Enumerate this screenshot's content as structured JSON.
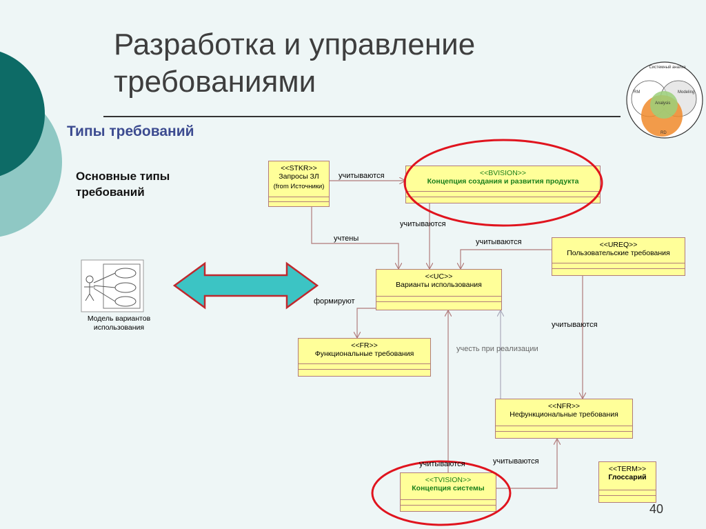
{
  "slide": {
    "title": "Разработка и управление требованиями",
    "subtitle": "Типы требований",
    "basic_types": "Основные типы требований",
    "page_number": "40"
  },
  "logo": {
    "title": "Системный анализ",
    "rm": "RM",
    "modeling": "Modeling",
    "analysis": "Analysis",
    "rd": "RD"
  },
  "use_case_model": {
    "caption": "Модель вариантов использования"
  },
  "boxes": {
    "stkr": {
      "stereotype": "<<STKR>>",
      "name": "Запросы ЗЛ",
      "note": "(from Источники)"
    },
    "bvision": {
      "stereotype": "<<BVISION>>",
      "name": "Концепция создания и развития продукта"
    },
    "uc": {
      "stereotype": "<<UC>>",
      "name": "Варианты использования"
    },
    "ureq": {
      "stereotype": "<<UREQ>>",
      "name": "Пользовательские требования"
    },
    "fr": {
      "stereotype": "<<FR>>",
      "name": "Функциональные требования"
    },
    "nfr": {
      "stereotype": "<<NFR>>",
      "name": "Нефункциональные требования"
    },
    "tvision": {
      "stereotype": "<<TVISION>>",
      "name": "Концепция системы"
    },
    "term": {
      "stereotype": "<<TERM>>",
      "name": "Глоссарий"
    }
  },
  "connectors": {
    "stkr_bvision": "учитываются",
    "bvision_uc": "учитываются",
    "stkr_uc": "учтены",
    "ureq_uc": "учитываются",
    "uc_fr": "формируют",
    "ureq_nfr": "учитываются",
    "nfr_uc": "учесть при реализации",
    "tvision_uc": "учитываются",
    "tvision_nfr": "учитываются"
  },
  "colors": {
    "teal_dark": "#0d6b66",
    "teal_light": "#8fc8c4",
    "box_fill": "#ffff99",
    "highlight_red": "#e0141e",
    "arrow_fill": "#3cc4c4"
  }
}
